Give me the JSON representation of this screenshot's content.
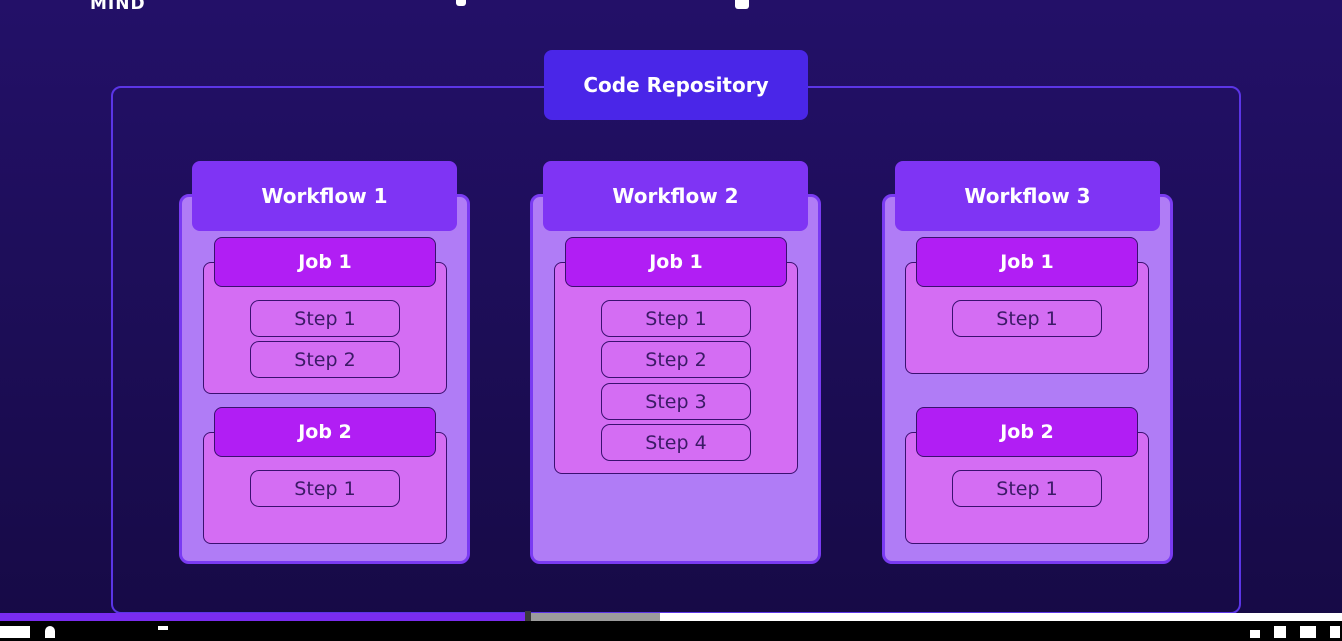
{
  "brand": {
    "text": "MIND"
  },
  "repository": {
    "label": "Code Repository"
  },
  "workflows": [
    {
      "label": "Workflow 1",
      "jobs": [
        {
          "label": "Job 1",
          "steps": [
            "Step 1",
            "Step 2"
          ]
        },
        {
          "label": "Job 2",
          "steps": [
            "Step 1"
          ]
        }
      ]
    },
    {
      "label": "Workflow 2",
      "jobs": [
        {
          "label": "Job 1",
          "steps": [
            "Step 1",
            "Step 2",
            "Step 3",
            "Step 4"
          ]
        }
      ]
    },
    {
      "label": "Workflow 3",
      "jobs": [
        {
          "label": "Job 1",
          "steps": [
            "Step 1"
          ]
        },
        {
          "label": "Job 2",
          "steps": [
            "Step 1"
          ]
        }
      ]
    }
  ],
  "colors": {
    "background": "#1c0d55",
    "repository_label": "#4a26e8",
    "workflow_panel": "#b07cf6",
    "workflow_label": "#7f34f4",
    "job_label": "#b11ef4",
    "job_box": "#d46df3",
    "progress_played": "#7a2cf0"
  },
  "video": {
    "progress_percent": 39.3,
    "buffered_percent": 49.2
  }
}
